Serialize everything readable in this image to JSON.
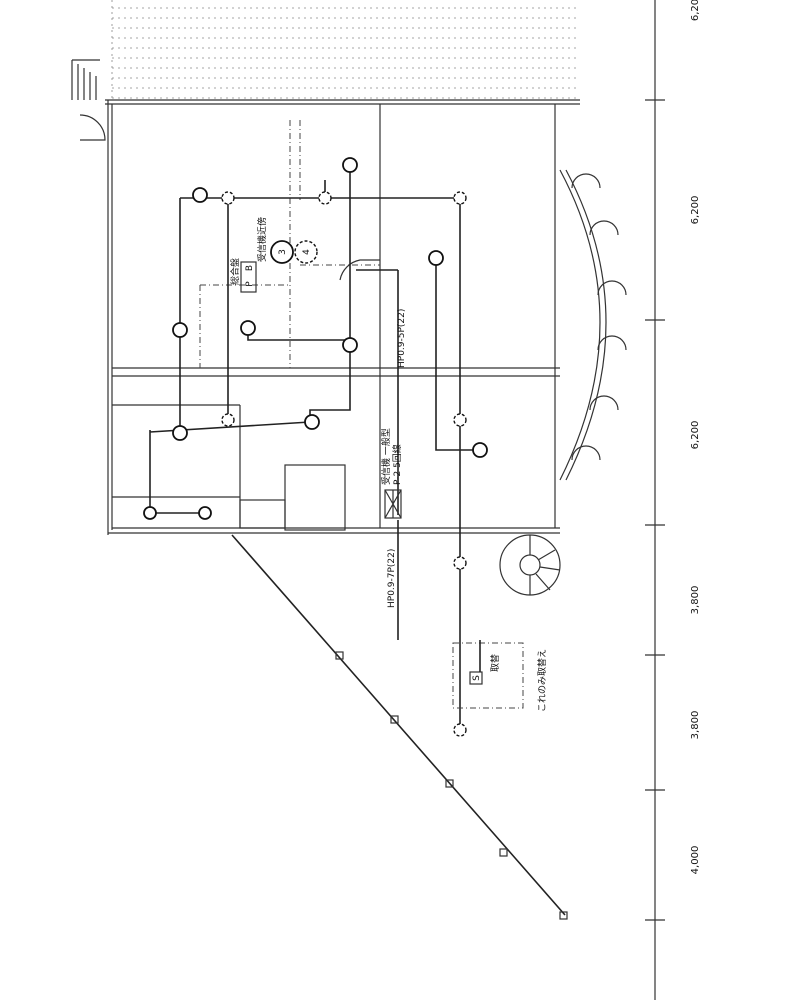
{
  "drawing": {
    "dimensions": [
      "6,20",
      "6,200",
      "6,200",
      "3,800",
      "3,800",
      "4,000"
    ],
    "labels": {
      "panel": "総合盤",
      "panel_p": "P",
      "panel_b": "B",
      "receiver_near": "受信機近傍",
      "receiver": "受信機 一般型",
      "receiver_spec": "P-2 5回線",
      "cable_5p": "HP0.9-5P(22)",
      "cable_7p": "HP0.9-7P(22)",
      "replace_box": "取替",
      "replace_note": "これのみ取替え",
      "smoke_symbol": "S",
      "fixture_3": "3",
      "fixture_4": "4"
    }
  }
}
